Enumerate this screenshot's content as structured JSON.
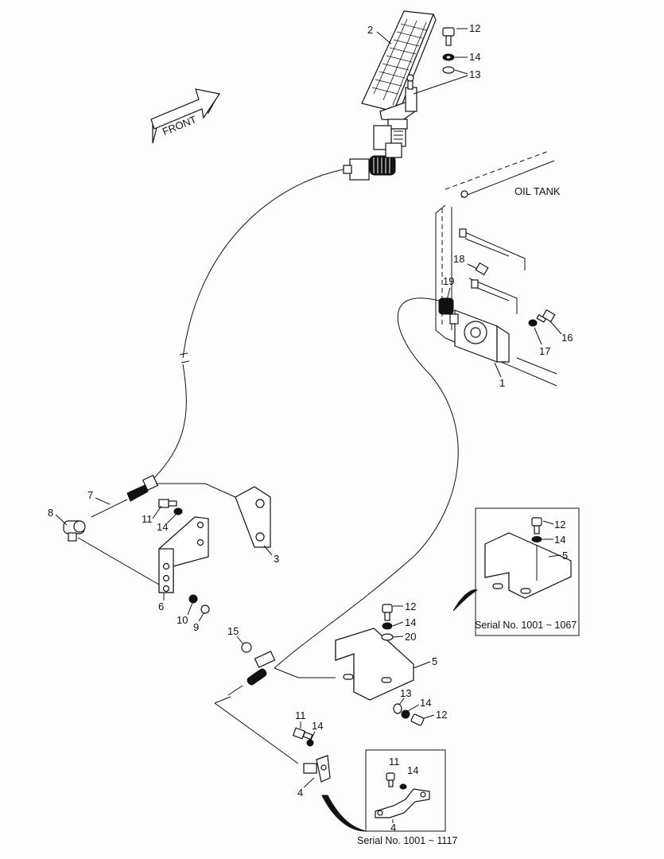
{
  "diagram": {
    "front_arrow_text": "FRONT",
    "oil_tank_text": "OIL TANK",
    "inset_bracket": {
      "caption": "Serial No. 1001 ~ 1067",
      "labels": [
        "12",
        "14",
        "5"
      ]
    },
    "inset_lever": {
      "caption": "Serial No. 1001 ~ 1117",
      "labels": [
        "11",
        "14",
        "4"
      ]
    },
    "callouts": [
      {
        "id": "c-2",
        "text": "2"
      },
      {
        "id": "c-12a",
        "text": "12"
      },
      {
        "id": "c-14a",
        "text": "14"
      },
      {
        "id": "c-13a",
        "text": "13"
      },
      {
        "id": "c-18",
        "text": "18"
      },
      {
        "id": "c-19",
        "text": "19"
      },
      {
        "id": "c-16",
        "text": "16"
      },
      {
        "id": "c-17",
        "text": "17"
      },
      {
        "id": "c-1",
        "text": "1"
      },
      {
        "id": "c-7",
        "text": "7"
      },
      {
        "id": "c-8",
        "text": "8"
      },
      {
        "id": "c-11a",
        "text": "11"
      },
      {
        "id": "c-14b",
        "text": "14"
      },
      {
        "id": "c-3",
        "text": "3"
      },
      {
        "id": "c-6",
        "text": "6"
      },
      {
        "id": "c-10",
        "text": "10"
      },
      {
        "id": "c-9",
        "text": "9"
      },
      {
        "id": "c-12b",
        "text": "12"
      },
      {
        "id": "c-14c",
        "text": "14"
      },
      {
        "id": "c-20",
        "text": "20"
      },
      {
        "id": "c-15",
        "text": "15"
      },
      {
        "id": "c-5",
        "text": "5"
      },
      {
        "id": "c-13b",
        "text": "13"
      },
      {
        "id": "c-14d",
        "text": "14"
      },
      {
        "id": "c-12c",
        "text": "12"
      },
      {
        "id": "c-11b",
        "text": "11"
      },
      {
        "id": "c-14e",
        "text": "14"
      },
      {
        "id": "c-4",
        "text": "4"
      }
    ]
  }
}
